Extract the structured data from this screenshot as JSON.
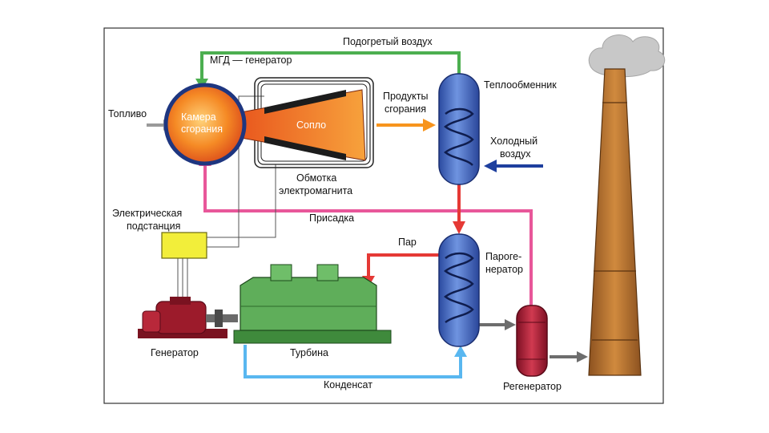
{
  "labels": {
    "heated_air": "Подогретый воздух",
    "mhd_generator": "МГД — генератор",
    "heat_exchanger": "Теплообменник",
    "combustion_products_1": "Продукты",
    "combustion_products_2": "сгорания",
    "fuel": "Топливо",
    "chamber_1": "Камера",
    "chamber_2": "сгорания",
    "nozzle": "Сопло",
    "cold_air_1": "Холодный",
    "cold_air_2": "воздух",
    "winding_1": "Обмотка",
    "winding_2": "электромагнита",
    "additive": "Присадка",
    "substation_1": "Электрическая",
    "substation_2": "подстанция",
    "steam": "Пар",
    "steam_gen_1": "Пароге-",
    "steam_gen_2": "нератор",
    "generator": "Генератор",
    "turbine": "Турбина",
    "condensate": "Конденсат",
    "regenerator": "Регенератор"
  },
  "colors": {
    "heated_air_line": "#4caf50",
    "additive_line": "#e8579a",
    "condensate_line": "#59b7f0",
    "cold_air_line": "#1e3f9e",
    "flow_red": "#e53935",
    "exhaust": "#6d6d6d",
    "combustion_products": "#f7941d",
    "chamber": "#f26b21",
    "vessel": "#3a5fb8",
    "turbine": "#5fae5a",
    "generator": "#9c1b2b",
    "regenerator": "#b0233a",
    "substation": "#f2ee3a",
    "chimney": "#c2782c"
  }
}
